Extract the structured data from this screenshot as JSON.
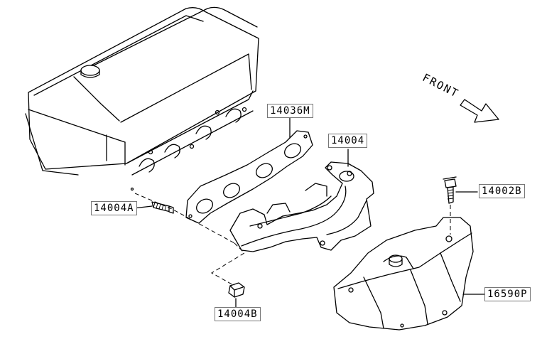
{
  "diagram": {
    "direction_label": "FRONT",
    "parts": [
      {
        "id": "p-14036M",
        "label": "14036M"
      },
      {
        "id": "p-14004",
        "label": "14004"
      },
      {
        "id": "p-14002B",
        "label": "14002B"
      },
      {
        "id": "p-14004A",
        "label": "14004A"
      },
      {
        "id": "p-16590P",
        "label": "16590P"
      },
      {
        "id": "p-14004B",
        "label": "14004B"
      }
    ]
  }
}
